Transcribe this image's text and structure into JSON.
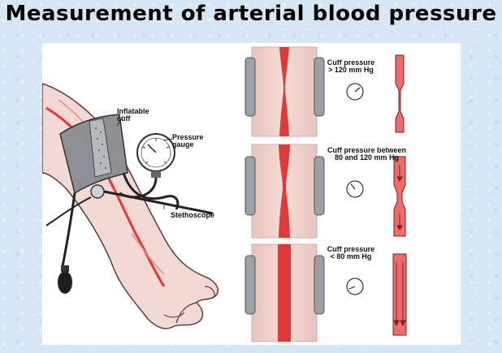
{
  "title": "Measurement of arterial blood pressure",
  "labels": {
    "inflatable_cuff": "Inflatable\ncuff",
    "pressure_gauge": "Pressure\ngauge",
    "stethoscope": "Stethoscope"
  },
  "stages": [
    {
      "caption": "Cuff pressure\n> 120 mm Hg"
    },
    {
      "caption": "Cuff pressure between\n80 and 120 mm Hg"
    },
    {
      "caption": "Cuff pressure\n< 80 mm Hg"
    }
  ],
  "colors": {
    "background": "#d5e6f7",
    "skin": "#f2d6cf",
    "artery": "#e0393a",
    "cuff": "#8d8f94"
  }
}
